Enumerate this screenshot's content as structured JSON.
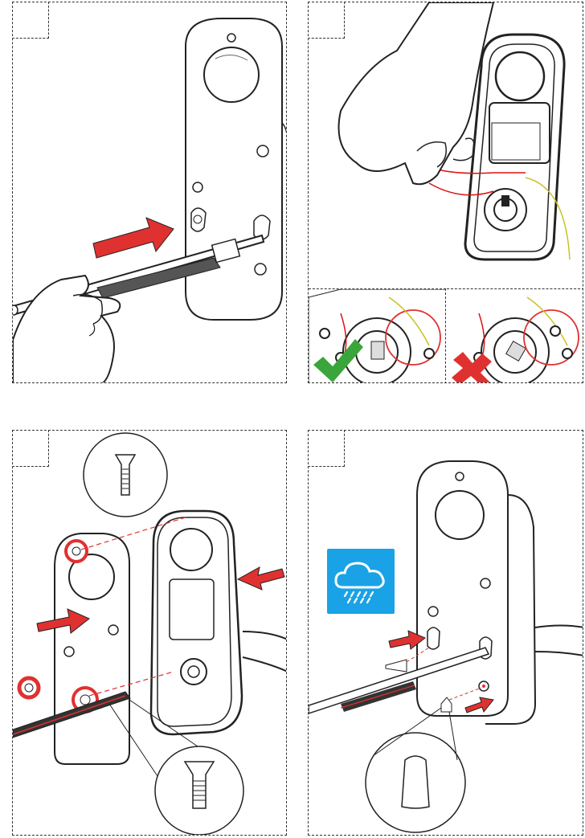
{
  "steps": [
    {
      "number": "",
      "label": "insert-spindle"
    },
    {
      "number": "",
      "label": "connect-cable"
    },
    {
      "number": "",
      "label": "mount-plates"
    },
    {
      "number": "",
      "label": "seal-holes"
    }
  ],
  "colors": {
    "arrow": "#e03131",
    "check": "#3aa53a",
    "cross": "#e03131",
    "rain_bg": "#19a3e6",
    "line": "#222222",
    "wire_red": "#d11",
    "wire_yellow": "#c9c228"
  },
  "icons": [
    "check-icon",
    "cross-icon",
    "rain-icon",
    "rotate-icon"
  ]
}
